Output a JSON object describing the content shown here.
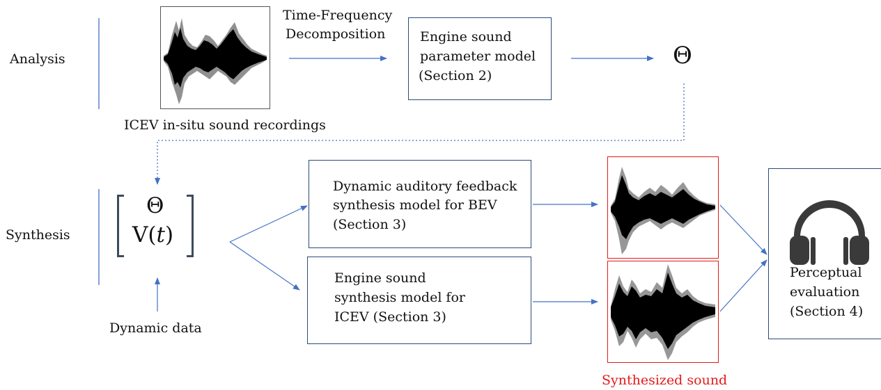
{
  "rows": {
    "analysis": "Analysis",
    "synthesis": "Synthesis"
  },
  "analysis": {
    "recordings_caption": "ICEV in-situ sound recordings",
    "decomposition_line1": "Time-Frequency",
    "decomposition_line2": "Decomposition",
    "param_model": [
      "Engine sound",
      "parameter model",
      "(Section 2)"
    ],
    "theta": "Θ"
  },
  "synthesis": {
    "vector_theta": "Θ",
    "vector_v": "V(",
    "vector_t": "t",
    "vector_close": ")",
    "dynamic_data": "Dynamic data",
    "bev_model": [
      "Dynamic auditory feedback",
      "synthesis model for BEV",
      "(Section 3)"
    ],
    "icev_model": [
      "Engine sound",
      "synthesis model for",
      "ICEV (Section 3)"
    ],
    "synthesized_caption": "Synthesized sound",
    "perceptual": [
      "Perceptual",
      "evaluation",
      "(Section 4)"
    ]
  },
  "colors": {
    "arrow": "#4472c4",
    "box_border": "#2b4a7a",
    "synth_border": "#e31a1a",
    "headphones": "#3a3a3a"
  }
}
